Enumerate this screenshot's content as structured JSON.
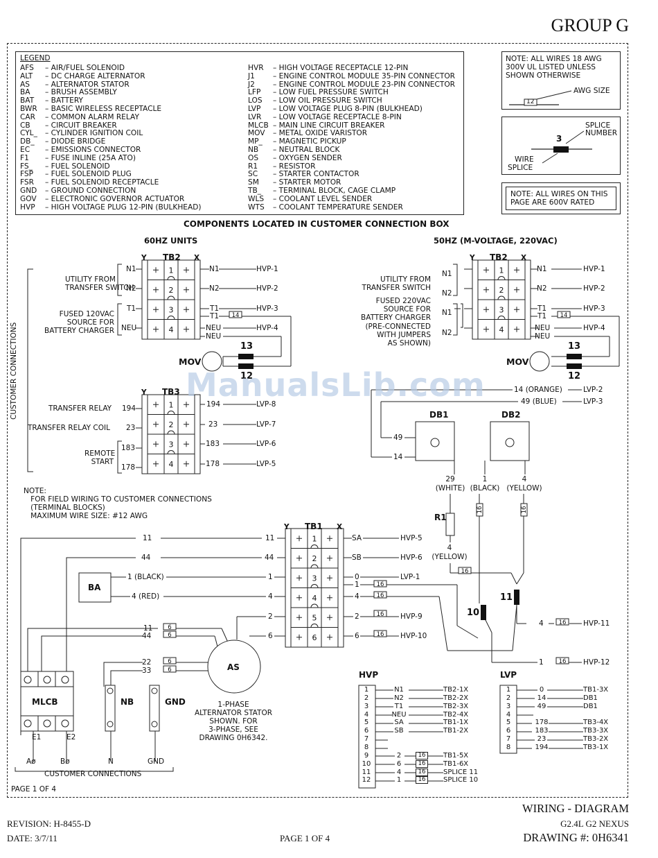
{
  "header": {
    "group": "GROUP G"
  },
  "legend": {
    "title": "LEGEND",
    "left": [
      [
        "AFS",
        "AIR/FUEL SOLENOID"
      ],
      [
        "ALT",
        "DC CHARGE ALTERNATOR"
      ],
      [
        "AS",
        "ALTERNATOR STATOR"
      ],
      [
        "BA",
        "BRUSH ASSEMBLY"
      ],
      [
        "BAT",
        "BATTERY"
      ],
      [
        "BWR",
        "BASIC WIRELESS RECEPTACLE"
      ],
      [
        "CAR",
        "COMMON ALARM RELAY"
      ],
      [
        "CB",
        "CIRCUIT BREAKER"
      ],
      [
        "CYL_",
        "CYLINDER IGNITION COIL"
      ],
      [
        "DB_",
        "DIODE BRIDGE"
      ],
      [
        "EC",
        "EMISSIONS CONNECTOR"
      ],
      [
        "F1",
        "FUSE INLINE (25A ATO)"
      ],
      [
        "FS_",
        "FUEL SOLENOID"
      ],
      [
        "FSP",
        "FUEL SOLENOID PLUG"
      ],
      [
        "FSR",
        "FUEL SOLENOID RECEPTACLE"
      ],
      [
        "GND",
        "GROUND CONNECTION"
      ],
      [
        "GOV",
        "ELECTRONIC GOVERNOR ACTUATOR"
      ],
      [
        "HVP",
        "HIGH VOLTAGE PLUG 12-PIN (BULKHEAD)"
      ]
    ],
    "right": [
      [
        "HVR",
        "HIGH VOLTAGE RECEPTACLE 12-PIN"
      ],
      [
        "J1",
        "ENGINE CONTROL MODULE 35-PIN CONNECTOR"
      ],
      [
        "J2",
        "ENGINE CONTROL MODULE 23-PIN CONNECTOR"
      ],
      [
        "LFP",
        "LOW FUEL PRESSURE SWITCH"
      ],
      [
        "LOS",
        "LOW OIL PRESSURE SWITCH"
      ],
      [
        "LVP",
        "LOW VOLTAGE PLUG 8-PIN (BULKHEAD)"
      ],
      [
        "LVR",
        "LOW VOLTAGE RECEPTACLE 8-PIN"
      ],
      [
        "MLCB",
        "MAIN LINE CIRCUIT BREAKER"
      ],
      [
        "MOV",
        "METAL OXIDE VARISTOR"
      ],
      [
        "MP_",
        "MAGNETIC PICKUP"
      ],
      [
        "NB",
        "NEUTRAL BLOCK"
      ],
      [
        "OS",
        "OXYGEN SENDER"
      ],
      [
        "R1",
        "RESISTOR"
      ],
      [
        "SC",
        "STARTER CONTACTOR"
      ],
      [
        "SM",
        "STARTER MOTOR"
      ],
      [
        "TB_",
        "TERMINAL BLOCK, CAGE CLAMP"
      ],
      [
        "WLS",
        "COOLANT LEVEL SENDER"
      ],
      [
        "WTS",
        "COOLANT TEMPERATURE SENDER"
      ]
    ]
  },
  "notes": {
    "awg_note": [
      "NOTE: ALL WIRES 18 AWG",
      "300V UL LISTED UNLESS",
      "SHOWN OTHERWISE"
    ],
    "awg_size": "AWG SIZE",
    "awg_tag": "12",
    "splice_number": [
      "SPLICE",
      "NUMBER"
    ],
    "splice_tag": "3",
    "wire_splice": [
      "WIRE",
      "SPLICE"
    ],
    "rated_note": [
      "NOTE: ALL WIRES ON THIS",
      "PAGE ARE 600V RATED"
    ],
    "field_note": [
      "NOTE:",
      "   FOR FIELD WIRING TO CUSTOMER CONNECTIONS",
      "   (TERMINAL BLOCKS)",
      "   MAXIMUM WIRE SIZE: #12 AWG"
    ]
  },
  "diagram": {
    "components_title": "COMPONENTS LOCATED IN CUSTOMER CONNECTION BOX",
    "units_60": "60HZ UNITS",
    "units_50": "50HZ (M-VOLTAGE, 220VAC)",
    "customer_connections_vertical": "CUSTOMER CONNECTIONS",
    "tb2": "TB2",
    "tb3": "TB3",
    "tb1": "TB1",
    "y": "Y",
    "x": "X",
    "utility": [
      "UTILITY FROM",
      "TRANSFER SWITCH"
    ],
    "fused120": [
      "FUSED 120VAC",
      "SOURCE FOR",
      "BATTERY CHARGER"
    ],
    "fused220": [
      "FUSED 220VAC",
      "SOURCE FOR",
      "BATTERY CHARGER",
      "(PRE-CONNECTED",
      "WITH JUMPERS",
      "AS SHOWN)"
    ],
    "transfer_relay": "TRANSFER RELAY",
    "transfer_relay_coil": "TRANSFER RELAY COIL",
    "remote_start": [
      "REMOTE",
      "START"
    ],
    "mov": "MOV",
    "splice13": "13",
    "splice12": "12",
    "splice10": "10",
    "splice11": "11",
    "hvp1": "HVP-1",
    "hvp2": "HVP-2",
    "hvp3": "HVP-3",
    "hvp4": "HVP-4",
    "hvp5": "HVP-5",
    "hvp6": "HVP-6",
    "hvp9": "HVP-9",
    "hvp10": "HVP-10",
    "hvp11": "HVP-11",
    "hvp12": "HVP-12",
    "lvp1": "LVP-1",
    "lvp2": "LVP-2",
    "lvp3": "LVP-3",
    "lvp5": "LVP-5",
    "lvp6": "LVP-6",
    "lvp7": "LVP-7",
    "lvp8": "LVP-8",
    "n1": "N1",
    "n2": "N2",
    "t1": "T1",
    "neu": "NEU",
    "tag14": "14",
    "tag16": "16",
    "tag6": "6",
    "w194": "194",
    "w23": "23",
    "w183": "183",
    "w178": "178",
    "orange": "14 (ORANGE)",
    "blue": "49 (BLUE)",
    "db1": "DB1",
    "db2": "DB2",
    "w49": "49",
    "w14": "14",
    "white": [
      "29",
      "(WHITE)"
    ],
    "black": [
      "1",
      "(BLACK)"
    ],
    "yellow": [
      "4",
      "(YELLOW)"
    ],
    "r1": "R1",
    "yellow2": [
      "4",
      "(YELLOW)"
    ],
    "ba": "BA",
    "black1": "1 (BLACK)",
    "red4": "4 (RED)",
    "w11": "11",
    "w44": "44",
    "w1": "1",
    "w4": "4",
    "w2": "2",
    "w6": "6",
    "w22": "22",
    "w33": "33",
    "w0": "0",
    "sa": "SA",
    "sb": "SB",
    "as": "AS",
    "stator_note": [
      "1-PHASE",
      "ALTERNATOR STATOR",
      "SHOWN. FOR",
      "3-PHASE, SEE",
      "DRAWING 0H6342."
    ],
    "mlcb": "MLCB",
    "nb": "NB",
    "gnd": "GND",
    "e1": "E1",
    "e2": "E2",
    "a_phase": "Aø",
    "b_phase": "Bø",
    "n": "N",
    "gnd_label": "GND",
    "customer_connections": "CUSTOMER CONNECTIONS"
  },
  "hvp_table": {
    "title": "HVP",
    "rows": [
      [
        "1",
        "N1",
        "",
        "TB2-1X"
      ],
      [
        "2",
        "N2",
        "",
        "TB2-2X"
      ],
      [
        "3",
        "T1",
        "",
        "TB2-3X"
      ],
      [
        "4",
        "NEU",
        "",
        "TB2-4X"
      ],
      [
        "5",
        "SA",
        "",
        "TB1-1X"
      ],
      [
        "6",
        "SB",
        "",
        "TB1-2X"
      ],
      [
        "7",
        "",
        "",
        ""
      ],
      [
        "8",
        "",
        "",
        ""
      ],
      [
        "9",
        "2",
        "16",
        "TB1-5X"
      ],
      [
        "10",
        "6",
        "16",
        "TB1-6X"
      ],
      [
        "11",
        "4",
        "16",
        "SPLICE 11"
      ],
      [
        "12",
        "1",
        "16",
        "SPLICE 10"
      ]
    ]
  },
  "lvp_table": {
    "title": "LVP",
    "rows": [
      [
        "1",
        "0",
        "TB1-3X"
      ],
      [
        "2",
        "14",
        "DB1"
      ],
      [
        "3",
        "49",
        "DB1"
      ],
      [
        "4",
        "",
        ""
      ],
      [
        "5",
        "178",
        "TB3-4X"
      ],
      [
        "6",
        "183",
        "TB3-3X"
      ],
      [
        "7",
        "23",
        "TB3-2X"
      ],
      [
        "8",
        "194",
        "TB3-1X"
      ]
    ]
  },
  "footer": {
    "page_in_frame": "PAGE 1 OF 4",
    "wiring": "WIRING - DIAGRAM",
    "model": "G2.4L G2 NEXUS",
    "revision": "REVISION: H-8455-D",
    "date": "DATE: 3/7/11",
    "page": "PAGE 1 OF 4",
    "drawing": "DRAWING #: 0H6341"
  },
  "watermark": "ManualsLib.com"
}
